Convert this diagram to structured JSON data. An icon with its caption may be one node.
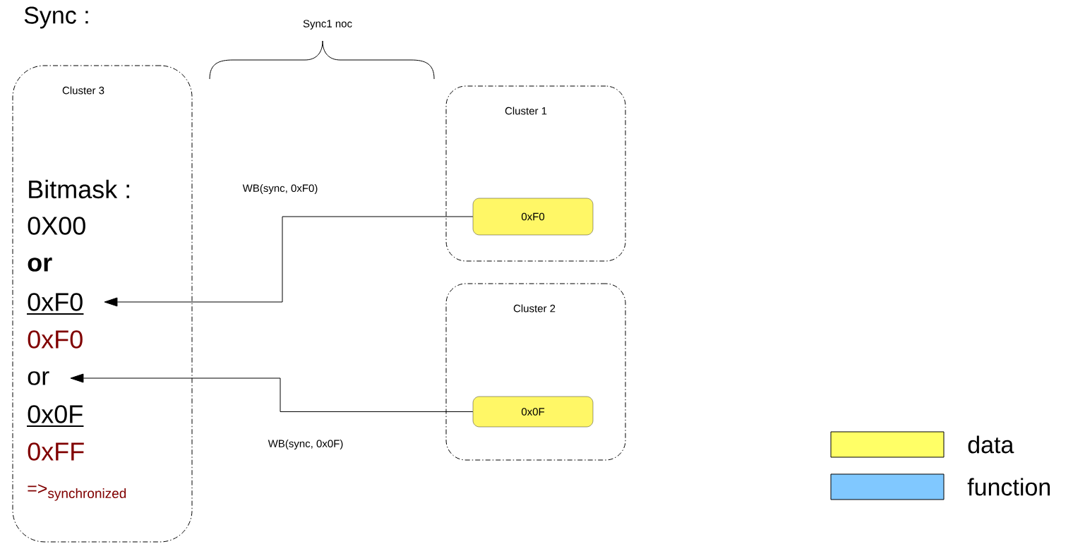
{
  "diagram": {
    "nodes": [
      {
        "text": [
          "Cluster 3"
        ]
      },
      {
        "text": [
          "Bitmask :"
        ],
        "in": 0
      },
      {
        "text": [
          "0X00"
        ],
        "in": 0
      },
      {
        "text": [
          "or"
        ],
        "in": 0
      },
      {
        "text": [
          "0xF0"
        ],
        "in": 0
      },
      {
        "text": [
          "0xF0"
        ],
        "in": 0
      },
      {
        "text": [
          "or"
        ],
        "in": 0
      },
      {
        "text": [
          "0x0F"
        ],
        "in": 0
      },
      {
        "text": [
          "0xFF"
        ],
        "in": 0
      },
      {
        "text": [
          "=>",
          "synchronized"
        ],
        "in": 0
      },
      {
        "text": [
          "Cluster 1"
        ]
      },
      {
        "text": [
          "0xF0"
        ],
        "in": 10
      },
      {
        "text": [
          "Cluster 2"
        ]
      },
      {
        "text": [
          "0x0F"
        ],
        "in": 12
      }
    ],
    "edges": [
      {
        "from": 11,
        "to": 4,
        "arrow": "to",
        "label": "WB(sync, 0xF0)"
      },
      {
        "from": 13,
        "to": 6,
        "arrow": "to",
        "label": "WB(sync, 0x0F)"
      }
    ],
    "labels": [
      "Sync :",
      "Sync1 noc"
    ],
    "legend": [
      {
        "text": "data",
        "color": "#ffff66"
      },
      {
        "text": "function",
        "color": "#80c8ff"
      }
    ]
  }
}
